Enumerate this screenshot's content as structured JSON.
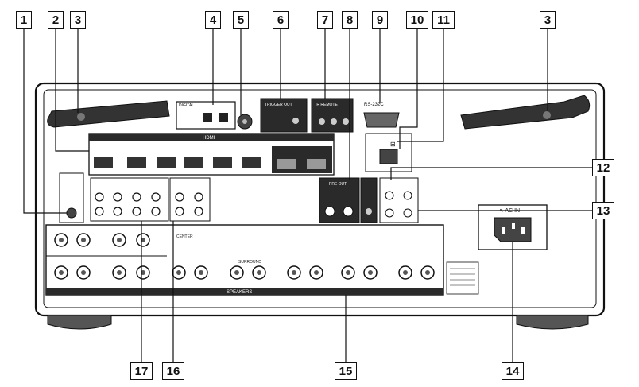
{
  "diagram": {
    "callouts": {
      "c1": "1",
      "c2": "2",
      "c3a": "3",
      "c3b": "3",
      "c4": "4",
      "c5": "5",
      "c6": "6",
      "c7": "7",
      "c8": "8",
      "c9": "9",
      "c10": "10",
      "c11": "11",
      "c12": "12",
      "c13": "13",
      "c14": "14",
      "c15": "15",
      "c16": "16",
      "c17": "17"
    },
    "panel_labels": {
      "digital": "DIGITAL",
      "trigger_out": "TRIGGER OUT",
      "ir_remote": "IR REMOTE",
      "rs232c": "RS-232C",
      "hdmi": "HDMI",
      "pre_out": "PRE OUT",
      "ac_in": "∿ AC IN",
      "speakers": "SPEAKERS",
      "center": "CENTER",
      "surround": "SURROUND"
    },
    "colors": {
      "line": "#111111",
      "panel": "#2a2a2a",
      "background": "#ffffff"
    }
  }
}
